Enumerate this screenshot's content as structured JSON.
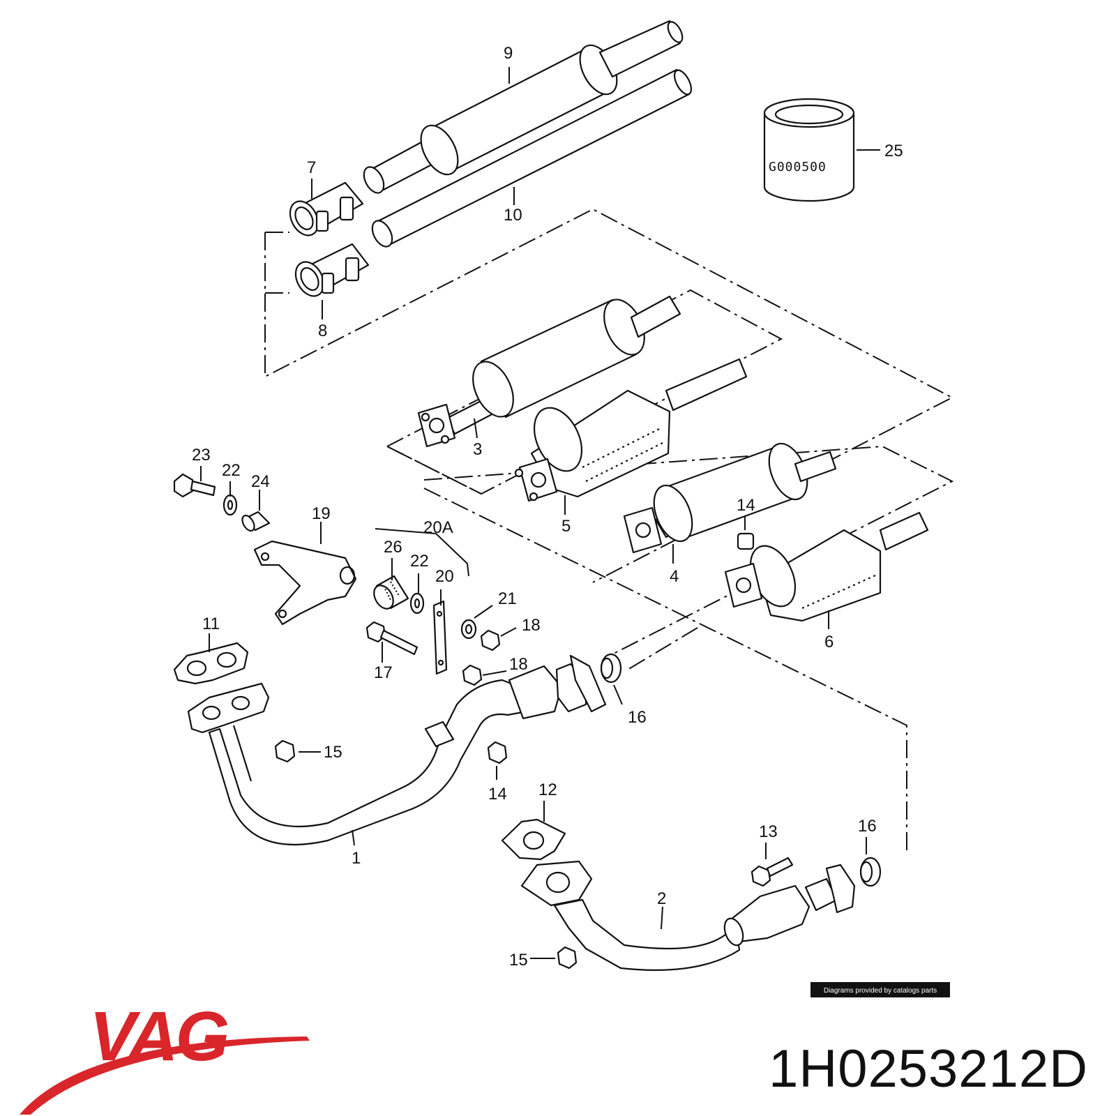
{
  "diagram": {
    "callouts": [
      {
        "id": "c9",
        "text": "9"
      },
      {
        "id": "c10",
        "text": "10"
      },
      {
        "id": "c7",
        "text": "7"
      },
      {
        "id": "c8",
        "text": "8"
      },
      {
        "id": "c25",
        "text": "25"
      },
      {
        "id": "c3",
        "text": "3"
      },
      {
        "id": "c5",
        "text": "5"
      },
      {
        "id": "c4",
        "text": "4"
      },
      {
        "id": "c6",
        "text": "6"
      },
      {
        "id": "c14a",
        "text": "14"
      },
      {
        "id": "c23",
        "text": "23"
      },
      {
        "id": "c22a",
        "text": "22"
      },
      {
        "id": "c24",
        "text": "24"
      },
      {
        "id": "c19",
        "text": "19"
      },
      {
        "id": "c20A",
        "text": "20A"
      },
      {
        "id": "c26",
        "text": "26"
      },
      {
        "id": "c22b",
        "text": "22"
      },
      {
        "id": "c20",
        "text": "20"
      },
      {
        "id": "c21",
        "text": "21"
      },
      {
        "id": "c18a",
        "text": "18"
      },
      {
        "id": "c18b",
        "text": "18"
      },
      {
        "id": "c17",
        "text": "17"
      },
      {
        "id": "c11",
        "text": "11"
      },
      {
        "id": "c15a",
        "text": "15"
      },
      {
        "id": "c16a",
        "text": "16"
      },
      {
        "id": "c14b",
        "text": "14"
      },
      {
        "id": "c1",
        "text": "1"
      },
      {
        "id": "c12",
        "text": "12"
      },
      {
        "id": "c13",
        "text": "13"
      },
      {
        "id": "c16b",
        "text": "16"
      },
      {
        "id": "c2",
        "text": "2"
      },
      {
        "id": "c15b",
        "text": "15"
      }
    ],
    "can_label": "G000500",
    "credit": "Diagrams provided by catalogs parts"
  },
  "brand": {
    "name": "VAG",
    "color": "#d8262b"
  },
  "part_number": "1H0253212D"
}
